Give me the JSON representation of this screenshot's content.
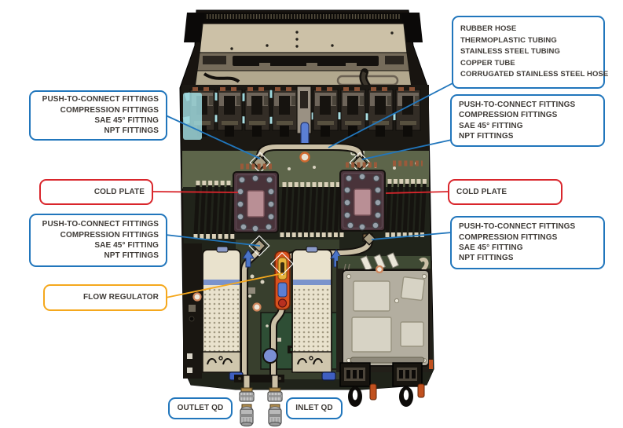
{
  "figure_type": "server-liquid-cooling-diagram",
  "colors": {
    "callout_blue": "#2176bc",
    "callout_red": "#d9262c",
    "callout_orange": "#f5a81d",
    "text": "#3f3b37",
    "background": "#ffffff",
    "coolant_tube_tan": "#cbc0a6",
    "coolant_tube_cyan": "#9ed8dd",
    "cold_plate_maroon": "#49333a",
    "flow_regulator_orange": "#d8511d"
  },
  "callouts": {
    "hoses_top_right": {
      "lines": [
        "RUBBER HOSE",
        "THERMOPLASTIC TUBING",
        "STAINLESS STEEL TUBING",
        "COPPER TUBE",
        "CORRUGATED STAINLESS STEEL HOSE"
      ]
    },
    "fittings_upper_left": {
      "lines": [
        "PUSH-TO-CONNECT FITTINGS",
        "COMPRESSION FITTINGS",
        "SAE 45° FITTING",
        "NPT FITTINGS"
      ]
    },
    "fittings_upper_right": {
      "lines": [
        "PUSH-TO-CONNECT FITTINGS",
        "COMPRESSION FITTINGS",
        "SAE 45° FITTING",
        "NPT FITTINGS"
      ]
    },
    "cold_plate_left": {
      "label": "COLD PLATE"
    },
    "cold_plate_right": {
      "label": "COLD PLATE"
    },
    "fittings_lower_left": {
      "lines": [
        "PUSH-TO-CONNECT FITTINGS",
        "COMPRESSION FITTINGS",
        "SAE 45° FITTING",
        "NPT FITTINGS"
      ]
    },
    "fittings_lower_right": {
      "lines": [
        "PUSH-TO-CONNECT FITTINGS",
        "COMPRESSION FITTINGS",
        "SAE 45° FITTING",
        "NPT FITTINGS"
      ]
    },
    "flow_regulator": {
      "label": "FLOW REGULATOR"
    },
    "outlet_qd": {
      "label": "OUTLET QD"
    },
    "inlet_qd": {
      "label": "INLET QD"
    }
  },
  "illustration": {
    "fan_count": 8,
    "dimm_banks": [
      7,
      11,
      7
    ],
    "cold_plates": 2,
    "qd_connectors": 2
  }
}
